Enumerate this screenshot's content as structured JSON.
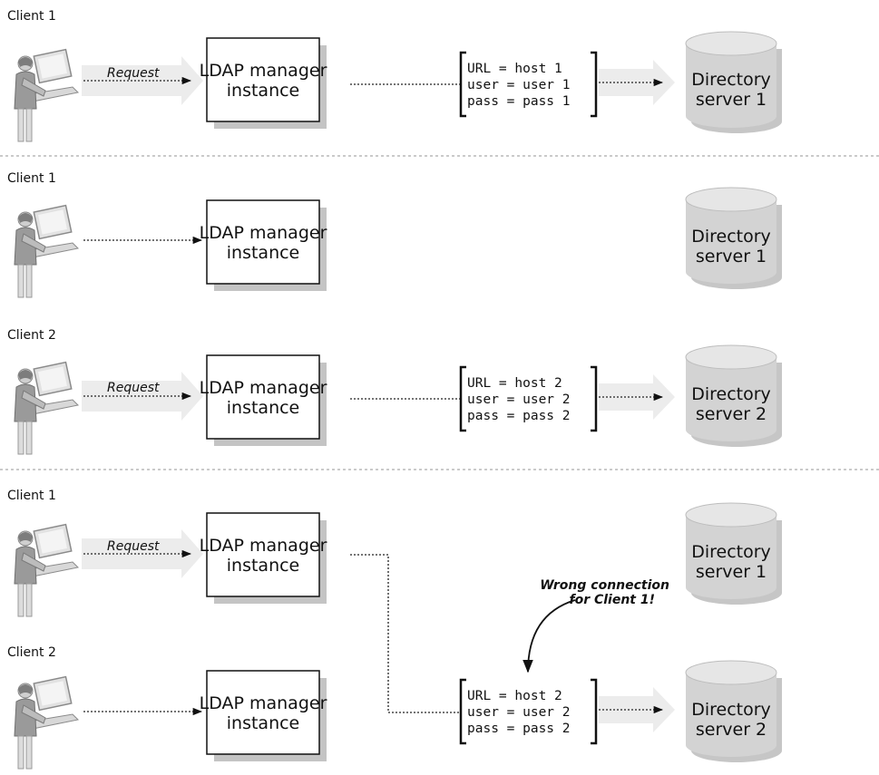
{
  "section1": {
    "client": {
      "label": "Client 1"
    },
    "request_label": "Request",
    "manager": {
      "line1": "LDAP manager",
      "line2": "instance"
    },
    "connection": {
      "url": "URL = host 1",
      "user": "user = user 1",
      "pass": "pass = pass 1"
    },
    "server": {
      "line1": "Directory",
      "line2": "server 1"
    }
  },
  "section2": {
    "row1": {
      "client": {
        "label": "Client 1"
      },
      "manager": {
        "line1": "LDAP manager",
        "line2": "instance"
      },
      "server": {
        "line1": "Directory",
        "line2": "server 1"
      }
    },
    "row2": {
      "client": {
        "label": "Client 2"
      },
      "request_label": "Request",
      "manager": {
        "line1": "LDAP manager",
        "line2": "instance"
      },
      "connection": {
        "url": "URL = host 2",
        "user": "user = user 2",
        "pass": "pass = pass 2"
      },
      "server": {
        "line1": "Directory",
        "line2": "server 2"
      }
    }
  },
  "section3": {
    "row1": {
      "client": {
        "label": "Client 1"
      },
      "request_label": "Request",
      "manager": {
        "line1": "LDAP manager",
        "line2": "instance"
      },
      "server": {
        "line1": "Directory",
        "line2": "server 1"
      }
    },
    "warning": {
      "line1": "Wrong connection",
      "line2": "for Client 1!"
    },
    "row2": {
      "client": {
        "label": "Client 2"
      },
      "manager": {
        "line1": "LDAP manager",
        "line2": "instance"
      },
      "connection": {
        "url": "URL = host 2",
        "user": "user = user 2",
        "pass": "pass = pass 2"
      },
      "server": {
        "line1": "Directory",
        "line2": "server 2"
      }
    }
  },
  "colors": {
    "cylinder_body": "#d0d0d0",
    "cylinder_top": "#e6e6e6",
    "shadow": "#c4c4c4",
    "wide_arrow": "#ececec",
    "figure": "#9a9a9a"
  }
}
